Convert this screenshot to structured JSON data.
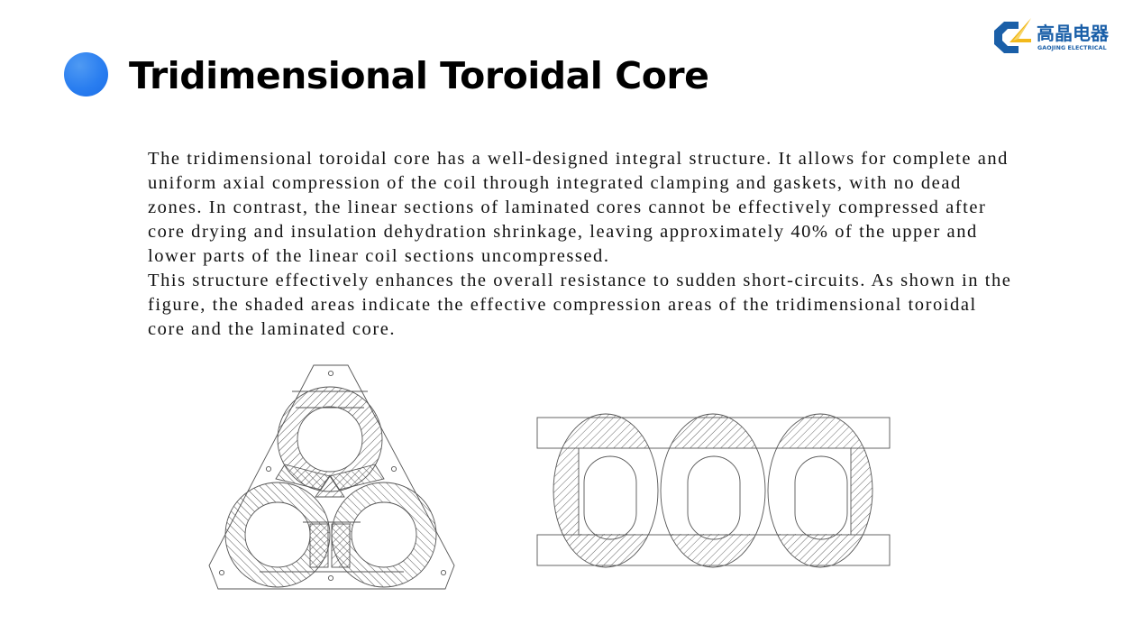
{
  "header": {
    "title": "Tridimensional Toroidal Core",
    "bullet_color": "#2a7ef0"
  },
  "logo": {
    "name_cn": "高晶电器",
    "name_en": "GAOJING ELECTRICAL",
    "brand_blue": "#1a5fa8",
    "accent_yellow": "#f2b91c"
  },
  "content": {
    "paragraphs": [
      "The tridimensional toroidal core has a well-designed integral structure. It allows for complete and uniform axial compression of the coil through integrated clamping and gaskets, with no dead zones. In contrast, the linear sections of laminated cores cannot be effectively compressed after core drying and insulation dehydration shrinkage, leaving approximately 40% of the upper and lower parts of the linear coil sections uncompressed.",
      "This structure effectively enhances the overall resistance to sudden short-circuits. As shown in the figure, the shaded areas indicate the effective compression areas of the tridimensional toroidal core and the laminated core."
    ]
  },
  "figures": {
    "toroidal": {
      "label": "tridimensional-toroidal-core-compression-diagram"
    },
    "laminated": {
      "label": "laminated-core-compression-diagram"
    }
  }
}
